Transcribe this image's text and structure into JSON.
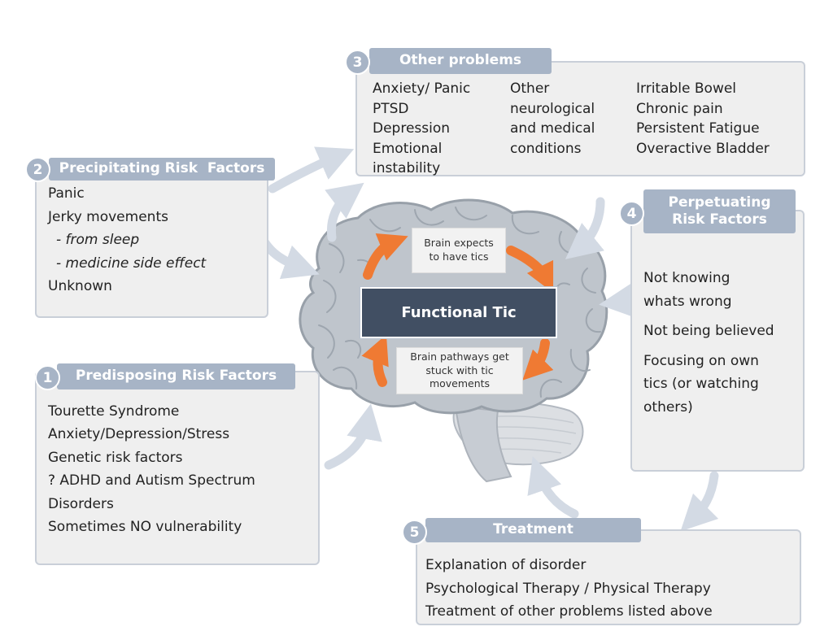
{
  "boxes": {
    "predisposing": {
      "number": "1",
      "title": "Predisposing Risk Factors",
      "items": [
        "Tourette Syndrome",
        "Anxiety/Depression/Stress",
        "Genetic risk factors",
        "? ADHD and Autism Spectrum",
        "Disorders",
        "Sometimes NO vulnerability"
      ]
    },
    "precipitating": {
      "number": "2",
      "title": "Precipitating Risk  Factors",
      "items": [
        "Panic",
        "Jerky movements",
        "- from sleep",
        "- medicine side effect",
        "Unknown"
      ]
    },
    "other_problems": {
      "number": "3",
      "title": "Other problems",
      "col1": [
        "Anxiety/ Panic",
        "PTSD",
        "Depression",
        "Emotional",
        "instability"
      ],
      "col2": [
        "Other",
        "neurological",
        "and medical",
        "conditions"
      ],
      "col3": [
        "Irritable Bowel",
        "Chronic pain",
        "Persistent Fatigue",
        "Overactive Bladder"
      ]
    },
    "perpetuating": {
      "number": "4",
      "title_line1": "Perpetuating",
      "title_line2": "Risk Factors",
      "item1_line1": "Not knowing",
      "item1_line2": "whats wrong",
      "item2": "Not being believed",
      "item3_line1": "Focusing on own",
      "item3_line2": "tics (or watching",
      "item3_line3": "others)"
    },
    "treatment": {
      "number": "5",
      "title": "Treatment",
      "items": [
        "Explanation of disorder",
        "Psychological Therapy / Physical Therapy",
        "Treatment of other problems listed above"
      ]
    }
  },
  "brain": {
    "center_label": "Functional Tic",
    "top_label_line1": "Brain expects",
    "top_label_line2": "to have tics",
    "bottom_label_line1": "Brain pathways get",
    "bottom_label_line2": "stuck with tic",
    "bottom_label_line3": "movements"
  },
  "colors": {
    "header": "#a7b4c6",
    "box_fill": "#efefef",
    "box_border": "#c9cfd8",
    "center_fill": "#414f63",
    "cycle_arrows": "#ef7a33",
    "flow_arrows": "#d3dae4",
    "brain_fill": "#bfc5cc"
  }
}
